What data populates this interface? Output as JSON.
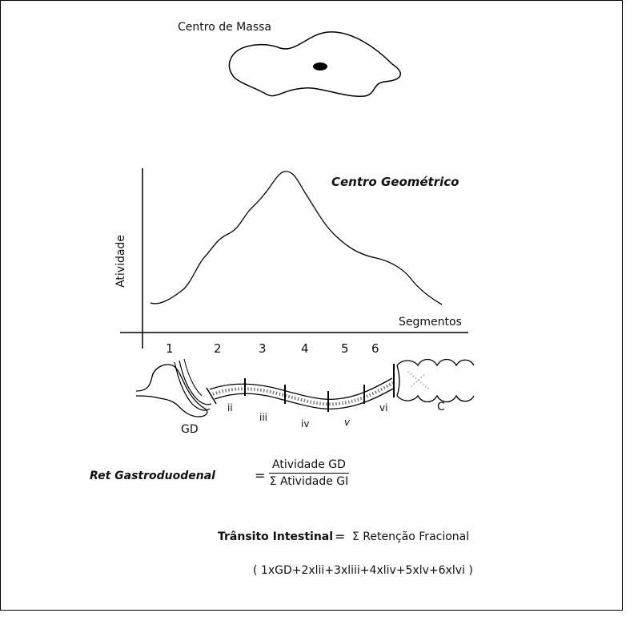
{
  "mass_center": {
    "label": "Centro de Massa"
  },
  "plot": {
    "title": "Centro Geométrico",
    "ylabel": "Atividade",
    "xlabel": "Segmentos",
    "segment_numbers": [
      "1",
      "2",
      "3",
      "4",
      "5",
      "6"
    ]
  },
  "gut": {
    "labels": [
      "GD",
      "ii",
      "iii",
      "iv",
      "v",
      "vi",
      "C"
    ]
  },
  "formulas": {
    "ret_label": "Ret Gastroduodenal",
    "ret_eq": "=",
    "ret_numerator": "Atividade  GD",
    "ret_denominator": "Σ Atividade GI",
    "transit_label": "Trânsito Intestinal",
    "transit_eq": "=",
    "transit_rhs": "Σ  Retenção Fracional",
    "transit_expansion": "( 1xGD+2xlii+3xliii+4xliv+5xlv+6xlvi )"
  }
}
